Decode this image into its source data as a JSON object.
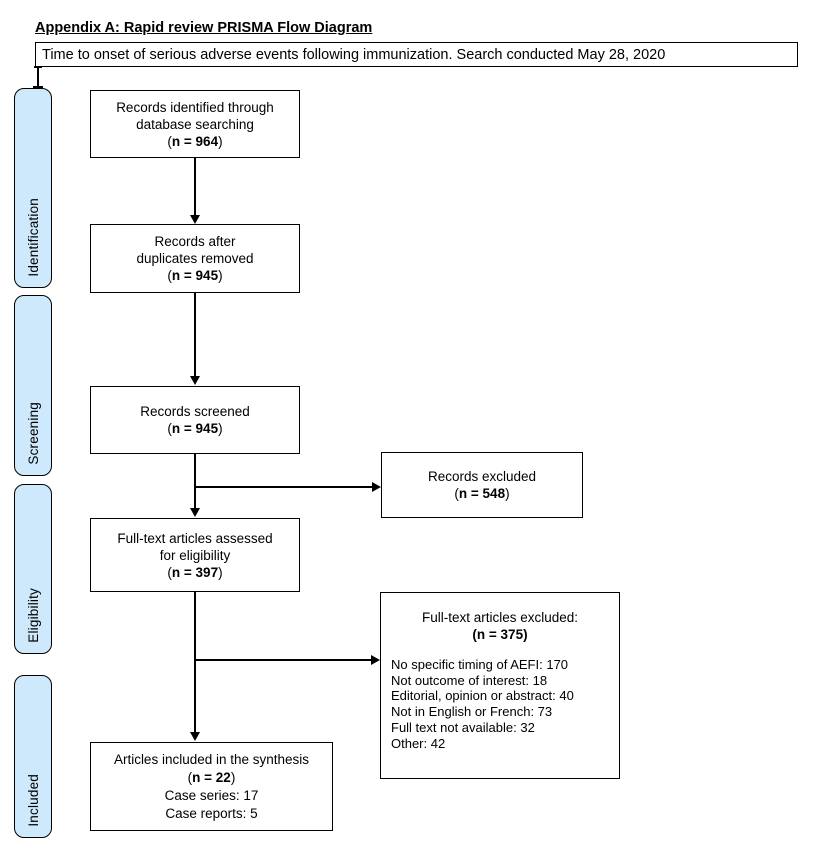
{
  "page": {
    "title": "Appendix A: Rapid review PRISMA Flow Diagram",
    "scope_note": "Time to onset of serious adverse events following immunization. Search conducted May 28, 2020"
  },
  "punct": {
    "open": "(",
    "close": ")"
  },
  "stages": [
    "Identification",
    "Screening",
    "Eligibility",
    "Included"
  ],
  "boxes": {
    "identified": {
      "line1": "Records identified through",
      "line2": "database searching",
      "n": "n = 964"
    },
    "deduplicated": {
      "line1": "Records after",
      "line2": "duplicates removed",
      "n": "n = 945"
    },
    "screened": {
      "line1": "Records screened",
      "n": "n = 945"
    },
    "records_excluded": {
      "line1": "Records excluded",
      "n": "n = 548"
    },
    "fulltext_assessed": {
      "line1": "Full-text articles assessed",
      "line2": "for eligibility",
      "n": "n = 397"
    },
    "fulltext_excluded": {
      "title": "Full-text articles excluded:",
      "n_bold": "(n = 375)",
      "reasons": [
        "No specific timing of AEFI: 170",
        "Not outcome of interest: 18",
        "Editorial, opinion or abstract: 40",
        "Not in English or French: 73",
        "Full text not available: 32",
        "Other: 42"
      ]
    },
    "included_synthesis": {
      "line1": "Articles included in the synthesis",
      "n": "n = 22",
      "detail1": "Case series: 17",
      "detail2": "Case reports: 5"
    }
  },
  "colors": {
    "stage_fill": "#cde9fb",
    "line": "#000000",
    "background": "#ffffff"
  }
}
